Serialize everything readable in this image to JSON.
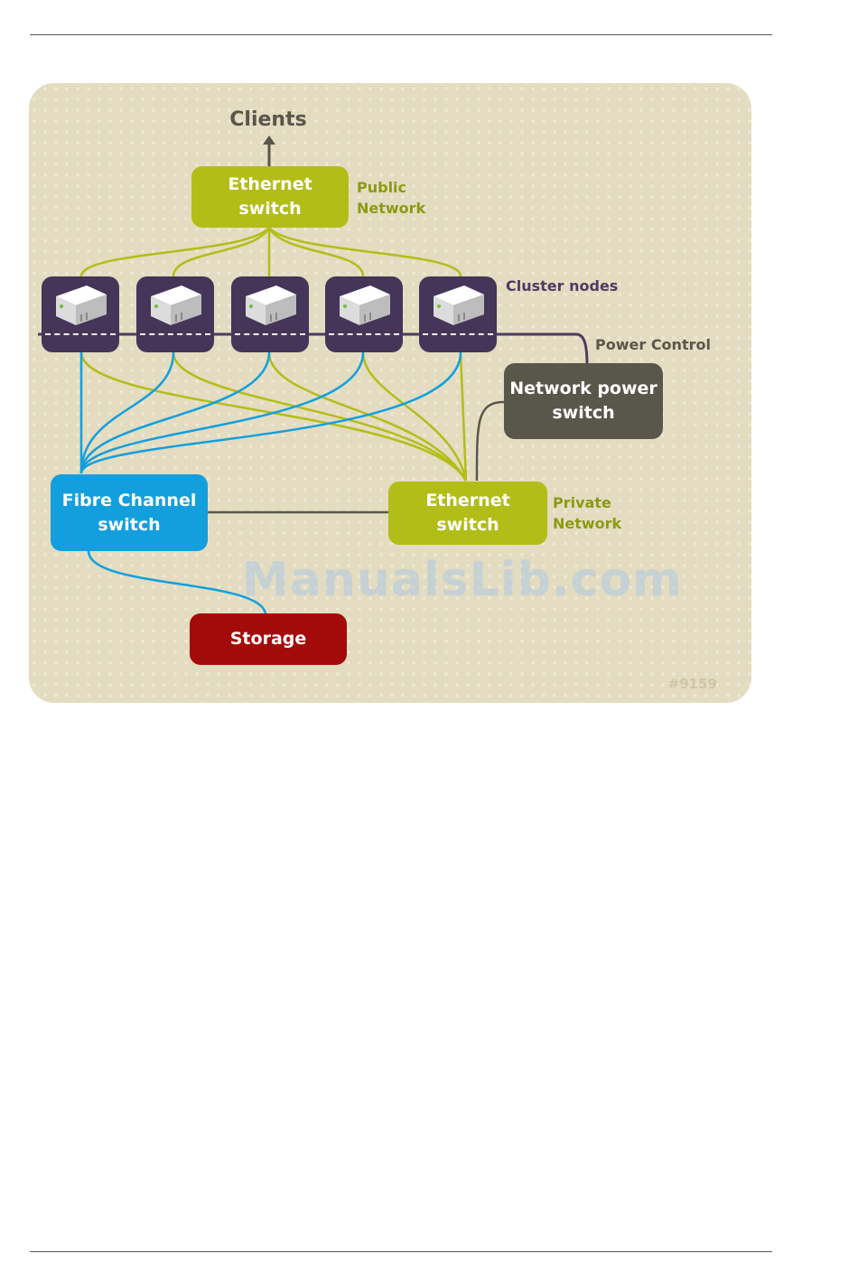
{
  "diagram": {
    "clients_label": "Clients",
    "public_switch": "Ethernet\nswitch",
    "public_network_label": "Public\nNetwork",
    "cluster_nodes_label": "Cluster nodes",
    "power_control_label": "Power Control",
    "power_switch": "Network power\nswitch",
    "fibre_channel_switch": "Fibre Channel\nswitch",
    "private_switch": "Ethernet\nswitch",
    "private_network_label": "Private\nNetwork",
    "storage": "Storage",
    "figure_id": "#9159",
    "watermark": "ManualsLib.com",
    "node_count": 5,
    "colors": {
      "background": "#e3dcc0",
      "ethernet": "#b3bd17",
      "fibre_channel": "#139fde",
      "power": "#59564a",
      "storage": "#a30b0b",
      "node": "#443559",
      "power_link": "#4e3b62"
    }
  }
}
